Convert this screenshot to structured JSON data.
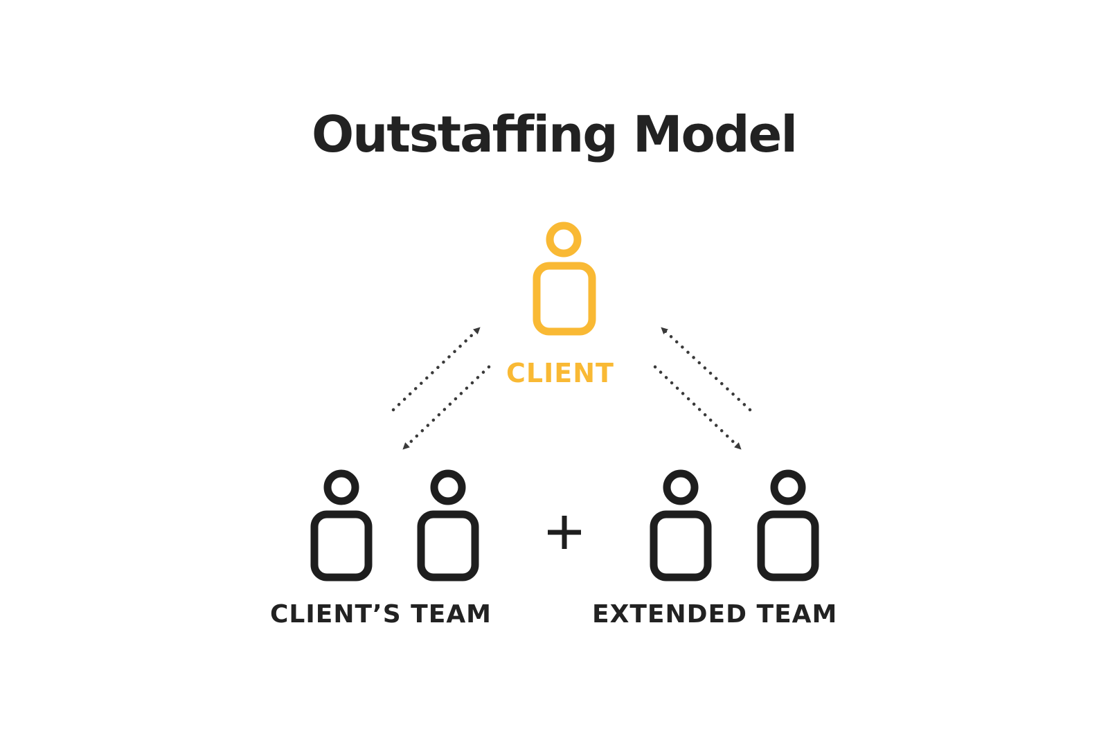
{
  "title": "Outstaffing Model",
  "nodes": {
    "client": {
      "label": "CLIENT",
      "icon": "person-icon"
    },
    "clients_team": {
      "label": "CLIENT’S TEAM",
      "icon": "person-icon"
    },
    "extended_team": {
      "label": "EXTENDED TEAM",
      "icon": "person-icon"
    }
  },
  "operator": "+",
  "colors": {
    "accent": "#F9B934",
    "dark": "#222222",
    "arrow": "#3a3a3a",
    "background": "#ffffff"
  }
}
